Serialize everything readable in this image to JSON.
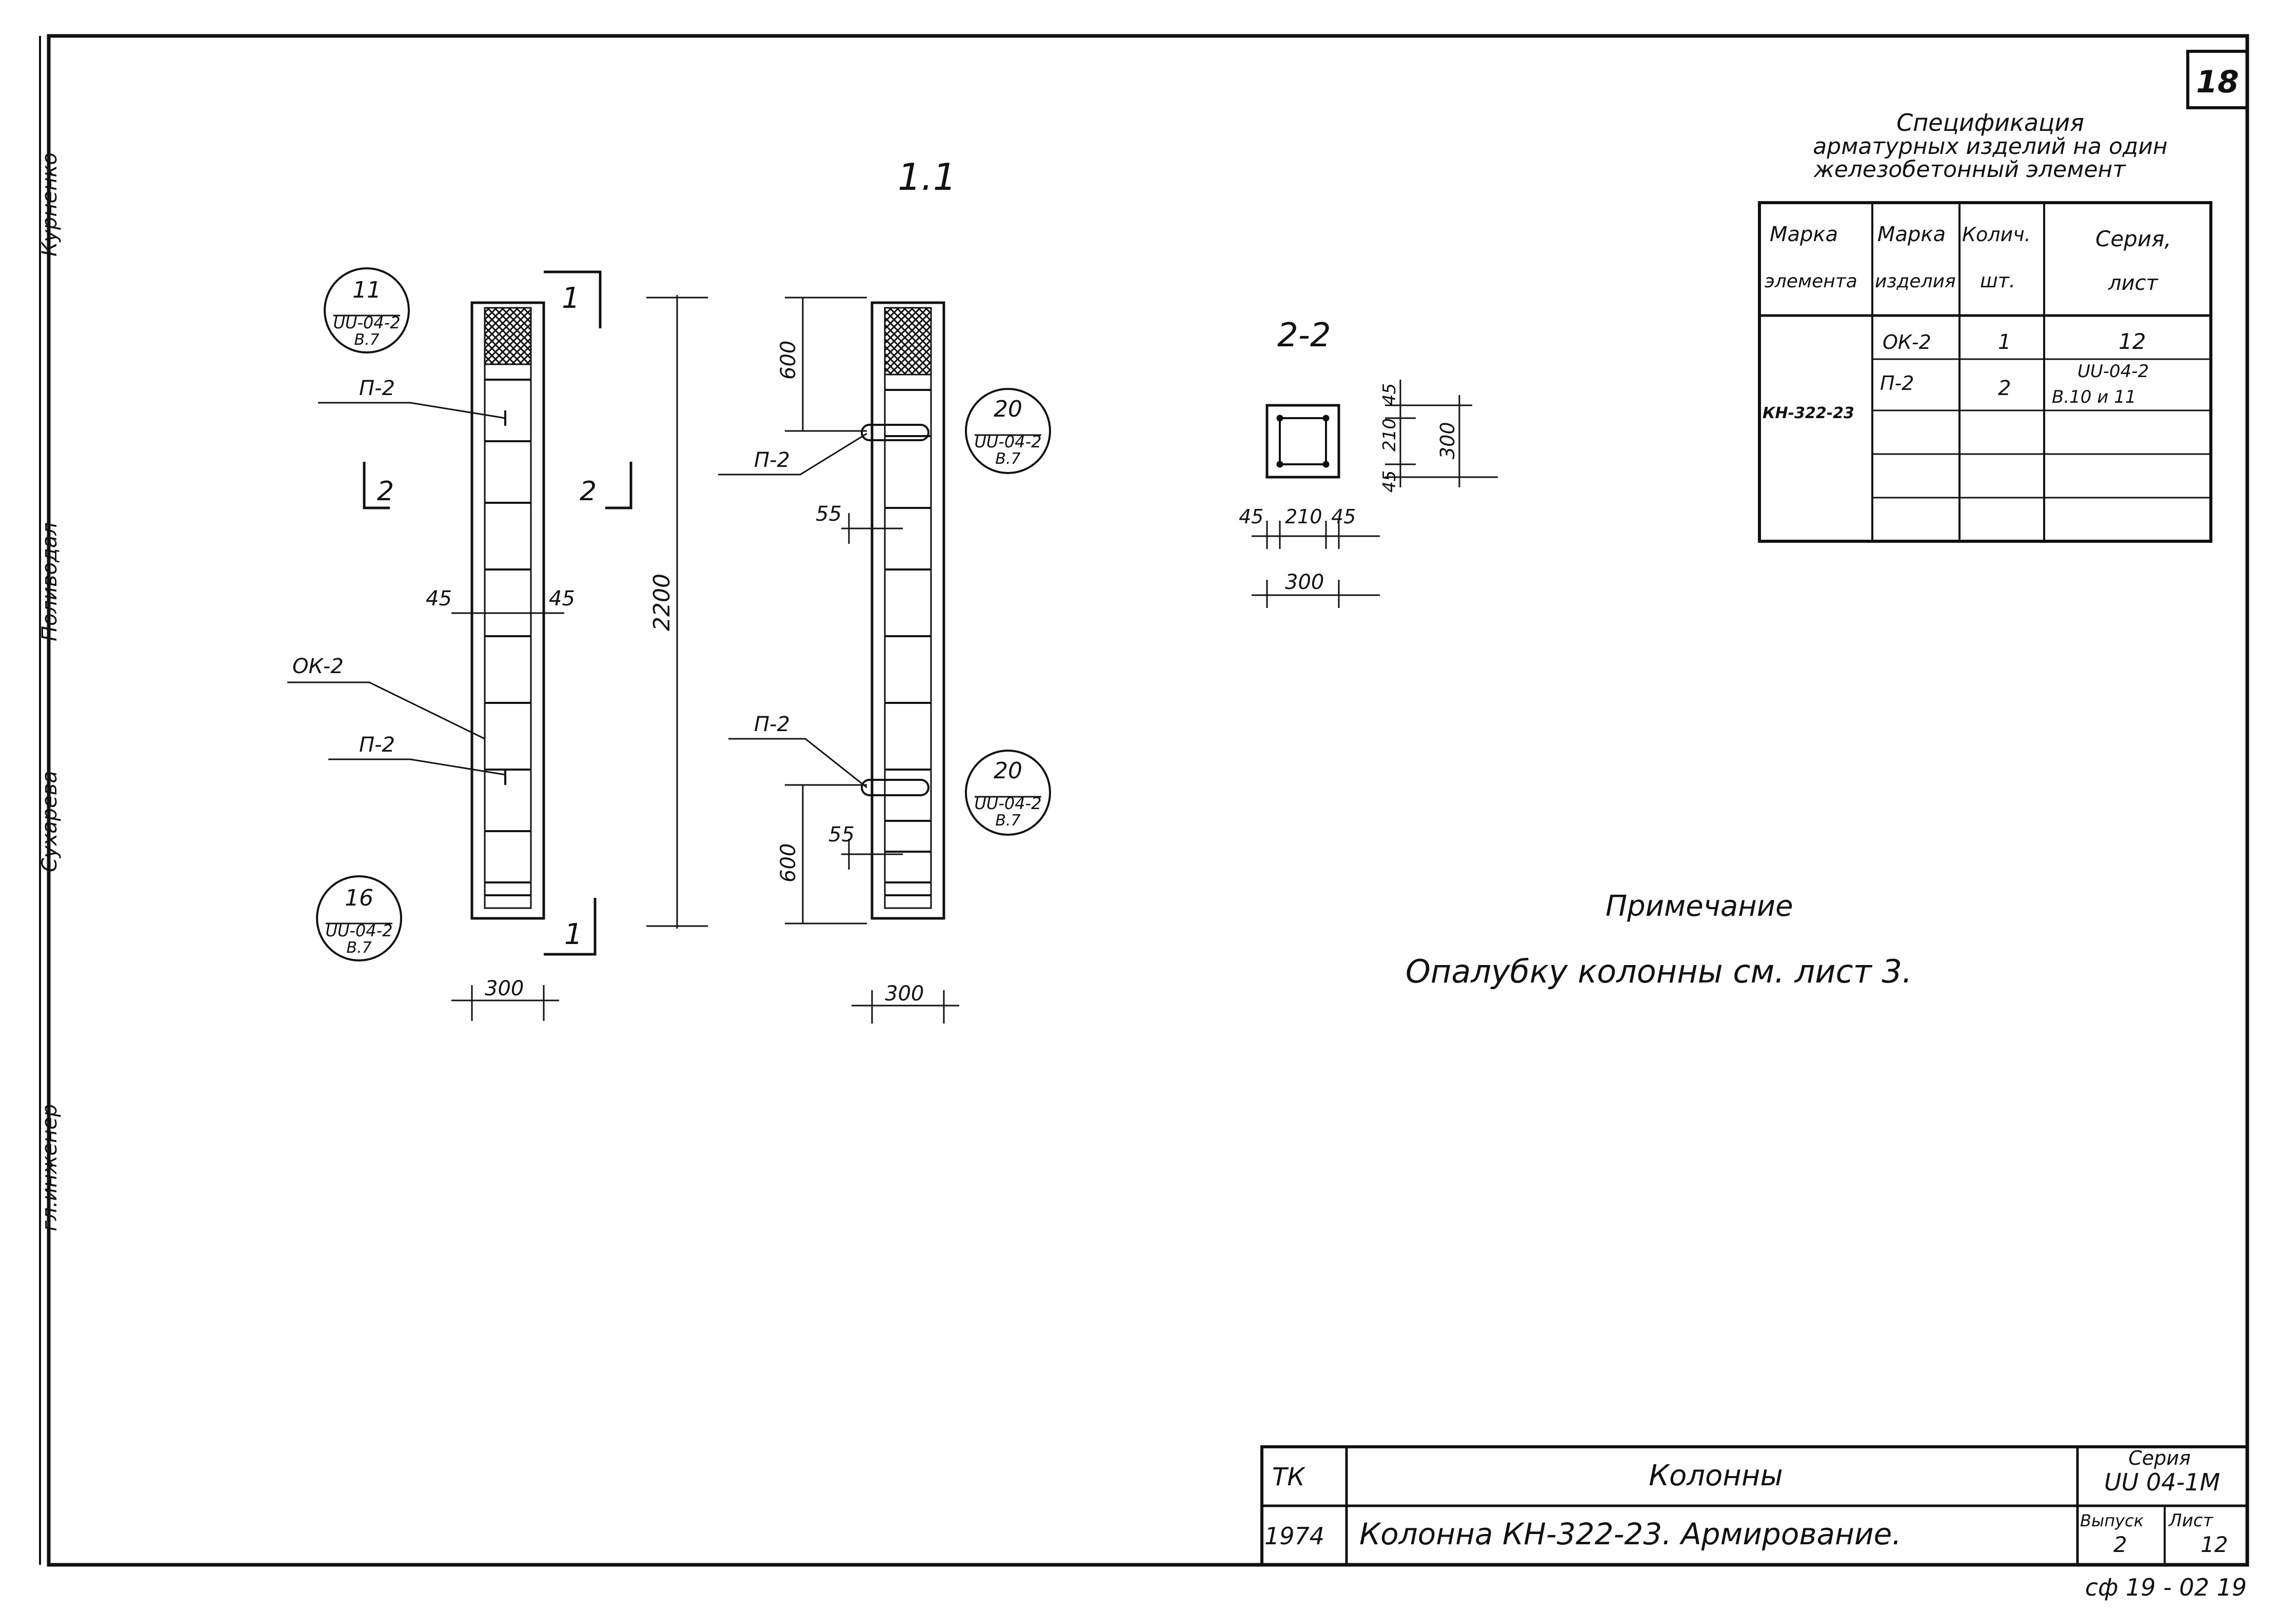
{
  "sheet_number": "18",
  "section_1_1": {
    "title": "1.1",
    "section_marks": [
      "1",
      "1"
    ],
    "view_marks": [
      "2",
      "2"
    ],
    "callouts_left": [
      {
        "num": "11",
        "ref": "UU-04-2",
        "page": "B.7"
      },
      {
        "num": "16",
        "ref": "UU-04-2",
        "page": "B.7"
      }
    ],
    "callouts_right": [
      {
        "num": "20",
        "ref": "UU-04-2",
        "page": "B.7"
      },
      {
        "num": "20",
        "ref": "UU-04-2",
        "page": "B.7"
      }
    ],
    "labels": {
      "p2": "П-2",
      "ok2": "ОК-2"
    },
    "dims": {
      "height": "2200",
      "cover_left": "45",
      "cover_right": "45",
      "width_left": "300",
      "width_right": "300",
      "top_600": "600",
      "bottom_600": "600",
      "offset_top": "55",
      "offset_bottom": "55"
    }
  },
  "section_2_2": {
    "title": "2-2",
    "dims_h": [
      "45",
      "210",
      "45"
    ],
    "total_h": "300",
    "dims_v": [
      "45",
      "210",
      "45"
    ],
    "total_v": "300"
  },
  "spec_table": {
    "title_lines": [
      "Спецификация",
      "арматурных изделий на один",
      "железобетонный элемент"
    ],
    "headers": [
      [
        "Марка",
        "элемента"
      ],
      [
        "Марка",
        "изделия"
      ],
      [
        "Колич.",
        "шт."
      ],
      [
        "Серия,",
        "лист"
      ]
    ],
    "element": "КН-322-23",
    "rows": [
      {
        "item": "ОК-2",
        "qty": "1",
        "sheet": "12"
      },
      {
        "item": "П-2",
        "qty": "2",
        "sheet": "UU-04-2",
        "sheet2": "B.10 и 11"
      }
    ]
  },
  "note": {
    "title": "Примечание",
    "text": "Опалубку колонны см. лист 3."
  },
  "side_stamp": [
    "гл.инженер",
    "Сухарева",
    "Поливодал",
    "Курненко"
  ],
  "title_block": {
    "code": "ТК",
    "year": "1974",
    "subject": "Колонны",
    "name": "Колонна КН-322-23. Армирование.",
    "series_label": "Серия",
    "series": "UU 04-1M",
    "issue_label": "Выпуск",
    "issue": "2",
    "sheet_label": "Лист",
    "sheet": "12"
  },
  "footer_code": "сф 19 - 02 19"
}
